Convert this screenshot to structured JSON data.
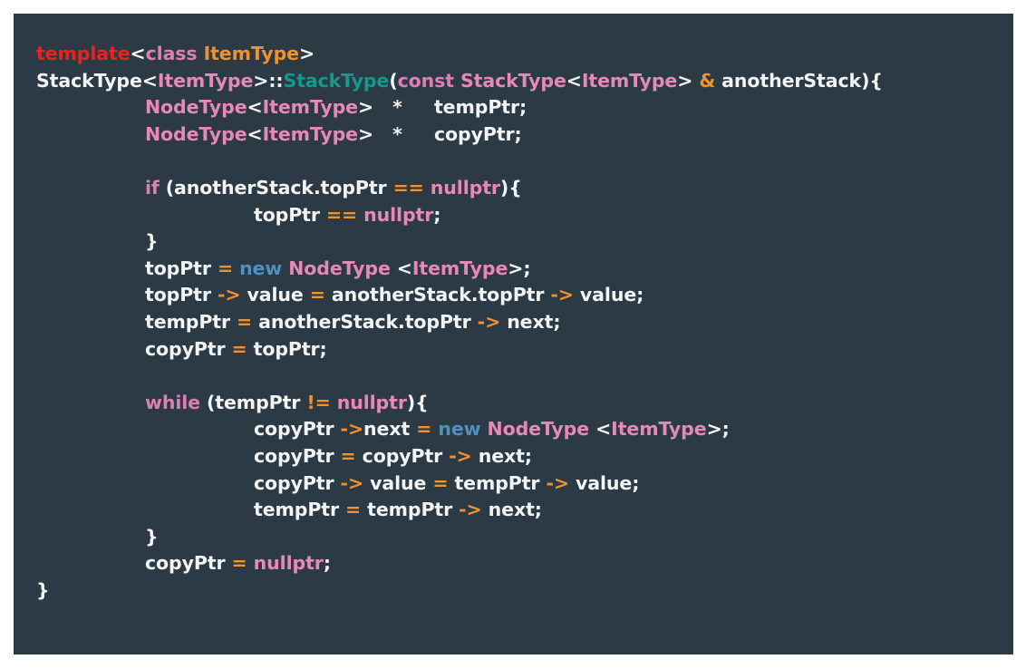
{
  "theme": {
    "page_background": "#ffffff",
    "code_background": "#2b3a45",
    "default_text": "#f2f3f3",
    "keyword_red": "#f01f1f",
    "keyword_violet": "#dd7fb4",
    "type_orange": "#f0912d",
    "operator_orange": "#f0912d",
    "constructor_teal": "#129a8c",
    "type_pink": "#e888b8",
    "new_blue": "#5090c0"
  },
  "code": {
    "language": "cpp",
    "lines": [
      {
        "indent": 0,
        "tokens": [
          {
            "text": "template",
            "kind": "kw-red"
          },
          {
            "text": "<",
            "kind": "plain"
          },
          {
            "text": "class",
            "kind": "kw-violet"
          },
          {
            "text": " ",
            "kind": "plain"
          },
          {
            "text": "ItemType",
            "kind": "type-org"
          },
          {
            "text": ">",
            "kind": "plain"
          }
        ]
      },
      {
        "indent": 0,
        "tokens": [
          {
            "text": "StackType",
            "kind": "plain"
          },
          {
            "text": "<",
            "kind": "plain"
          },
          {
            "text": "ItemType",
            "kind": "type-pink"
          },
          {
            "text": ">",
            "kind": "plain"
          },
          {
            "text": "::",
            "kind": "plain"
          },
          {
            "text": "StackType",
            "kind": "ctor"
          },
          {
            "text": "(",
            "kind": "plain"
          },
          {
            "text": "const",
            "kind": "kw-violet"
          },
          {
            "text": " ",
            "kind": "plain"
          },
          {
            "text": "StackType",
            "kind": "type-pink"
          },
          {
            "text": "<",
            "kind": "plain"
          },
          {
            "text": "ItemType",
            "kind": "type-pink"
          },
          {
            "text": "> ",
            "kind": "plain"
          },
          {
            "text": "&",
            "kind": "amp"
          },
          {
            "text": " anotherStack){",
            "kind": "plain"
          }
        ]
      },
      {
        "indent": 1,
        "tokens": [
          {
            "text": "NodeType",
            "kind": "type-pink"
          },
          {
            "text": "<",
            "kind": "plain"
          },
          {
            "text": "ItemType",
            "kind": "type-pink"
          },
          {
            "text": ">",
            "kind": "plain"
          },
          {
            "text": "   *     tempPtr;",
            "kind": "plain"
          }
        ]
      },
      {
        "indent": 1,
        "tokens": [
          {
            "text": "NodeType",
            "kind": "type-pink"
          },
          {
            "text": "<",
            "kind": "plain"
          },
          {
            "text": "ItemType",
            "kind": "type-pink"
          },
          {
            "text": ">",
            "kind": "plain"
          },
          {
            "text": "   *     copyPtr;",
            "kind": "plain"
          }
        ]
      },
      {
        "indent": 0,
        "blank": true,
        "tokens": []
      },
      {
        "indent": 1,
        "tokens": [
          {
            "text": "if",
            "kind": "kw-violet"
          },
          {
            "text": " (anotherStack.topPtr ",
            "kind": "plain"
          },
          {
            "text": "==",
            "kind": "op"
          },
          {
            "text": " ",
            "kind": "plain"
          },
          {
            "text": "nullptr",
            "kind": "null"
          },
          {
            "text": "){",
            "kind": "plain"
          }
        ]
      },
      {
        "indent": 2,
        "tokens": [
          {
            "text": "topPtr ",
            "kind": "plain"
          },
          {
            "text": "==",
            "kind": "op"
          },
          {
            "text": " ",
            "kind": "plain"
          },
          {
            "text": "nullptr",
            "kind": "null"
          },
          {
            "text": ";",
            "kind": "plain"
          }
        ]
      },
      {
        "indent": 1,
        "tokens": [
          {
            "text": "}",
            "kind": "plain"
          }
        ]
      },
      {
        "indent": 1,
        "tokens": [
          {
            "text": "topPtr ",
            "kind": "plain"
          },
          {
            "text": "=",
            "kind": "op"
          },
          {
            "text": " ",
            "kind": "plain"
          },
          {
            "text": "new",
            "kind": "new"
          },
          {
            "text": " ",
            "kind": "plain"
          },
          {
            "text": "NodeType",
            "kind": "type-pink"
          },
          {
            "text": " <",
            "kind": "plain"
          },
          {
            "text": "ItemType",
            "kind": "type-pink"
          },
          {
            "text": ">;",
            "kind": "plain"
          }
        ]
      },
      {
        "indent": 1,
        "tokens": [
          {
            "text": "topPtr ",
            "kind": "plain"
          },
          {
            "text": "->",
            "kind": "op"
          },
          {
            "text": " value ",
            "kind": "plain"
          },
          {
            "text": "=",
            "kind": "op"
          },
          {
            "text": " anotherStack.topPtr ",
            "kind": "plain"
          },
          {
            "text": "->",
            "kind": "op"
          },
          {
            "text": " value;",
            "kind": "plain"
          }
        ]
      },
      {
        "indent": 1,
        "tokens": [
          {
            "text": "tempPtr ",
            "kind": "plain"
          },
          {
            "text": "=",
            "kind": "op"
          },
          {
            "text": " anotherStack.topPtr ",
            "kind": "plain"
          },
          {
            "text": "->",
            "kind": "op"
          },
          {
            "text": " next;",
            "kind": "plain"
          }
        ]
      },
      {
        "indent": 1,
        "tokens": [
          {
            "text": "copyPtr ",
            "kind": "plain"
          },
          {
            "text": "=",
            "kind": "op"
          },
          {
            "text": " topPtr;",
            "kind": "plain"
          }
        ]
      },
      {
        "indent": 0,
        "blank": true,
        "tokens": []
      },
      {
        "indent": 1,
        "tokens": [
          {
            "text": "while",
            "kind": "kw-violet"
          },
          {
            "text": " (tempPtr ",
            "kind": "plain"
          },
          {
            "text": "!=",
            "kind": "op"
          },
          {
            "text": " ",
            "kind": "plain"
          },
          {
            "text": "nullptr",
            "kind": "null"
          },
          {
            "text": "){",
            "kind": "plain"
          }
        ]
      },
      {
        "indent": 2,
        "tokens": [
          {
            "text": "copyPtr ",
            "kind": "plain"
          },
          {
            "text": "->",
            "kind": "op"
          },
          {
            "text": "next ",
            "kind": "plain"
          },
          {
            "text": "=",
            "kind": "op"
          },
          {
            "text": " ",
            "kind": "plain"
          },
          {
            "text": "new",
            "kind": "new"
          },
          {
            "text": " ",
            "kind": "plain"
          },
          {
            "text": "NodeType",
            "kind": "type-pink"
          },
          {
            "text": " <",
            "kind": "plain"
          },
          {
            "text": "ItemType",
            "kind": "type-pink"
          },
          {
            "text": ">;",
            "kind": "plain"
          }
        ]
      },
      {
        "indent": 2,
        "tokens": [
          {
            "text": "copyPtr ",
            "kind": "plain"
          },
          {
            "text": "=",
            "kind": "op"
          },
          {
            "text": " copyPtr ",
            "kind": "plain"
          },
          {
            "text": "->",
            "kind": "op"
          },
          {
            "text": " next;",
            "kind": "plain"
          }
        ]
      },
      {
        "indent": 2,
        "tokens": [
          {
            "text": "copyPtr ",
            "kind": "plain"
          },
          {
            "text": "->",
            "kind": "op"
          },
          {
            "text": " value ",
            "kind": "plain"
          },
          {
            "text": "=",
            "kind": "op"
          },
          {
            "text": " tempPtr ",
            "kind": "plain"
          },
          {
            "text": "->",
            "kind": "op"
          },
          {
            "text": " value;",
            "kind": "plain"
          }
        ]
      },
      {
        "indent": 2,
        "tokens": [
          {
            "text": "tempPtr ",
            "kind": "plain"
          },
          {
            "text": "=",
            "kind": "op"
          },
          {
            "text": " tempPtr ",
            "kind": "plain"
          },
          {
            "text": "->",
            "kind": "op"
          },
          {
            "text": " next;",
            "kind": "plain"
          }
        ]
      },
      {
        "indent": 1,
        "tokens": [
          {
            "text": "}",
            "kind": "plain"
          }
        ]
      },
      {
        "indent": 1,
        "tokens": [
          {
            "text": "copyPtr ",
            "kind": "plain"
          },
          {
            "text": "=",
            "kind": "op"
          },
          {
            "text": " ",
            "kind": "plain"
          },
          {
            "text": "nullptr",
            "kind": "null"
          },
          {
            "text": ";",
            "kind": "plain"
          }
        ]
      },
      {
        "indent": 0,
        "tokens": [
          {
            "text": "}",
            "kind": "plain"
          }
        ]
      }
    ]
  }
}
